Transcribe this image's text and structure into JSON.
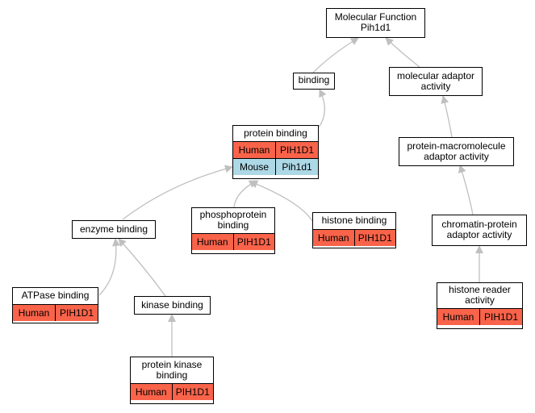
{
  "colors": {
    "human": "#f9634a",
    "mouse": "#add8e6",
    "edge": "#c0c0c0"
  },
  "nodes": {
    "mf": {
      "title": "Molecular Function\nPih1d1"
    },
    "binding": {
      "title": "binding"
    },
    "mol_adaptor": {
      "title": "molecular adaptor\nactivity"
    },
    "protein_binding": {
      "title": "protein binding",
      "rows": [
        {
          "org": "Human",
          "gene": "PIH1D1"
        },
        {
          "org": "Mouse",
          "gene": "Pih1d1"
        }
      ]
    },
    "prot_macro": {
      "title": "protein-macromolecule\nadaptor activity"
    },
    "enzyme_binding": {
      "title": "enzyme binding"
    },
    "phosphoprotein": {
      "title": "phosphoprotein\nbinding",
      "rows": [
        {
          "org": "Human",
          "gene": "PIH1D1"
        }
      ]
    },
    "histone_binding": {
      "title": "histone binding",
      "rows": [
        {
          "org": "Human",
          "gene": "PIH1D1"
        }
      ]
    },
    "chromatin": {
      "title": "chromatin-protein\nadaptor activity"
    },
    "atpase": {
      "title": "ATPase binding",
      "rows": [
        {
          "org": "Human",
          "gene": "PIH1D1"
        }
      ]
    },
    "kinase_binding": {
      "title": "kinase binding"
    },
    "histone_reader": {
      "title": "histone reader\nactivity",
      "rows": [
        {
          "org": "Human",
          "gene": "PIH1D1"
        }
      ]
    },
    "protein_kinase": {
      "title": "protein kinase\nbinding",
      "rows": [
        {
          "org": "Human",
          "gene": "PIH1D1"
        }
      ]
    }
  }
}
